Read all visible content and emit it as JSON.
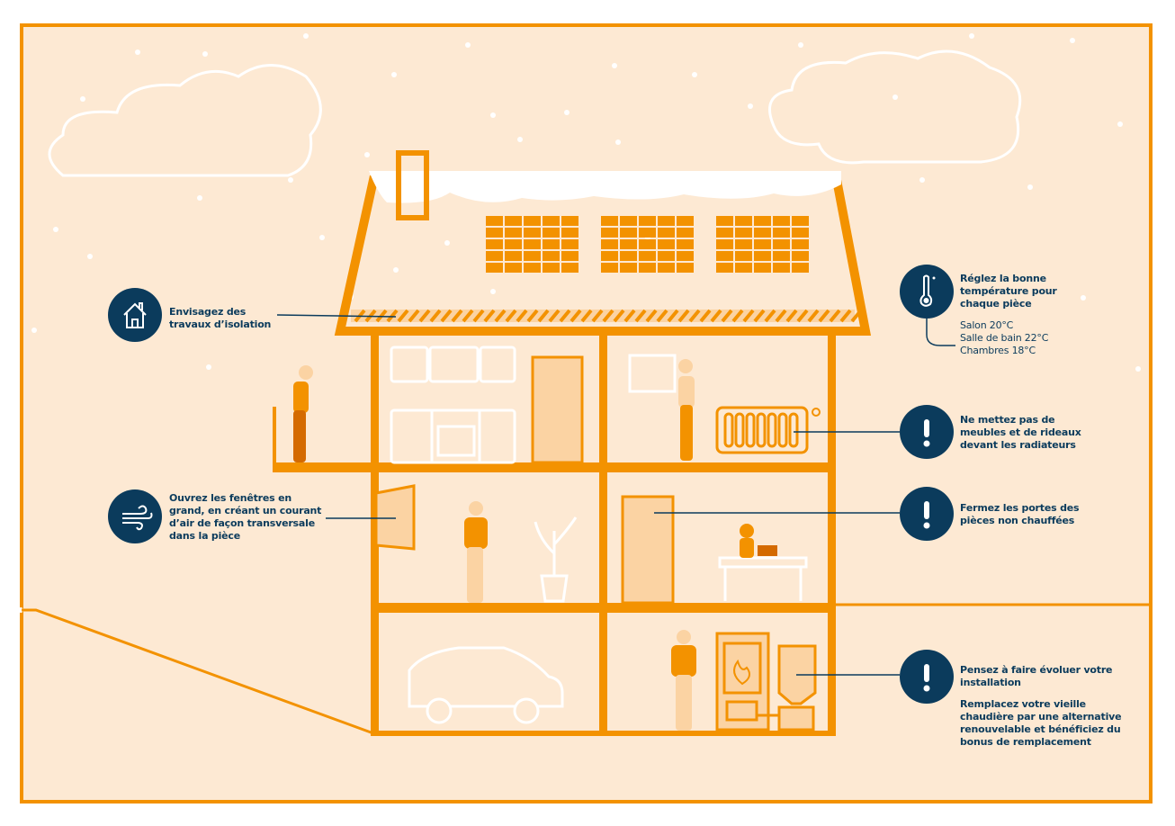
{
  "colors": {
    "background": "#fde9d3",
    "accent": "#f39200",
    "navy": "#0b3b5c",
    "light_orange": "#fbd3a3"
  },
  "callouts": [
    {
      "icon": "house-icon",
      "title": "Envisagez des travaux d’isolation"
    },
    {
      "icon": "wind-icon",
      "title": "Ouvrez les fenêtres en grand, en créant un courant d’air de façon transversale dans la pièce"
    },
    {
      "icon": "thermometer-icon",
      "title": "Réglez la bonne température pour chaque pièce",
      "details": [
        "Salon 20°C",
        "Salle de bain 22°C",
        "Chambres 18°C"
      ]
    },
    {
      "icon": "exclamation-icon",
      "title": "Ne mettez pas de meubles et de rideaux devant les radiateurs"
    },
    {
      "icon": "exclamation-icon",
      "title": "Fermez les portes des pièces non chauffées"
    },
    {
      "icon": "exclamation-icon",
      "title": "Pensez à faire évoluer votre installation",
      "body": "Remplacez votre vieille chaudière par une alternative renouvelable et bénéficiez du bonus de remplacement"
    }
  ]
}
